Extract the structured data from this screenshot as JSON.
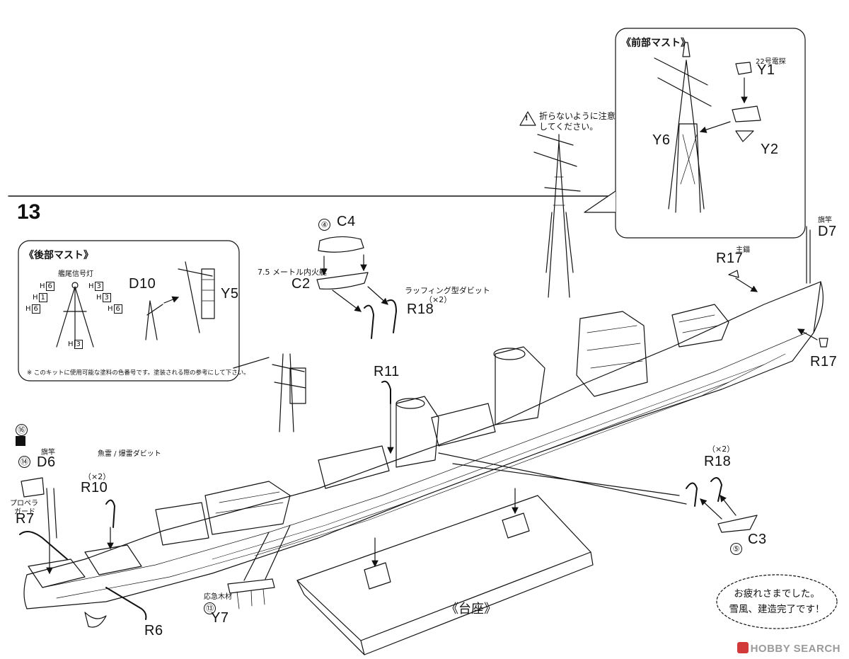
{
  "step_number": "13",
  "front_mast": {
    "title": "《前部マスト》",
    "warning": [
      "折らないように注意",
      "してください。"
    ],
    "radar_note": "22号電探",
    "parts": {
      "y1": "Y1",
      "y6": "Y6",
      "y2": "Y2"
    }
  },
  "rear_mast": {
    "title": "《後部マスト》",
    "light_title": "艦尾信号灯",
    "paint_codes": [
      {
        "letter": "H",
        "code": "6"
      },
      {
        "letter": "H",
        "code": "1"
      },
      {
        "letter": "H",
        "code": "3"
      },
      {
        "letter": "H",
        "code": "6"
      },
      {
        "letter": "H",
        "code": "6"
      },
      {
        "letter": "H",
        "code": "3"
      },
      {
        "letter": "H",
        "code": "3"
      }
    ],
    "parts": {
      "d10": "D10",
      "y5": "Y5"
    },
    "footnote": "※ このキットに使用可能な塗料の色番号です。塗装される際の参考にして下さい。"
  },
  "boat_top": {
    "circle": "④",
    "c4": "C4",
    "boat_name": "7.5 メートル内火艇",
    "c2": "C2"
  },
  "davit_top": {
    "name": "ラッフィング型ダビット",
    "qty": "（×2）",
    "part": "R18"
  },
  "r11": "R11",
  "right_side": {
    "flagpole_name": "旗竿",
    "d7": "D7",
    "anchor_name": "主錨",
    "r17_a": "R17",
    "r17_b": "R17"
  },
  "davit_right": {
    "qty": "（×2）",
    "part": "R18",
    "c3": "C3",
    "circle": "⑤"
  },
  "left_side": {
    "circle16": "⑯",
    "flagpole_name": "旗竿",
    "d6": "D6",
    "circle14": "⑭",
    "torpedo_davit": "魚雷 / 爆雷ダビット",
    "qty": "（×2）",
    "r10": "R10",
    "propeller_guard": [
      "プロペラ",
      "ガード"
    ],
    "r7": "R7",
    "r6": "R6"
  },
  "timber": {
    "name": "応急木材",
    "circle": "⑬",
    "part": "Y7"
  },
  "stand_label": "《台座》",
  "completion": [
    "お疲れさまでした。",
    "雪風、建造完了です！"
  ],
  "watermark": "HOBBY SEARCH"
}
